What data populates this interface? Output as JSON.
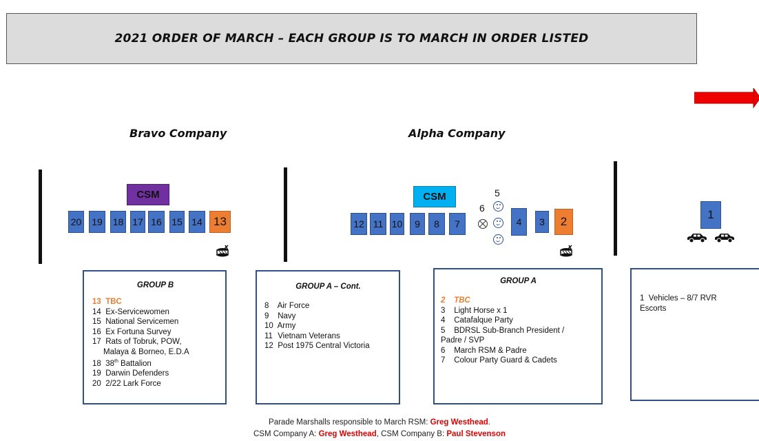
{
  "title": "2021 ORDER OF MARCH – EACH GROUP IS TO MARCH IN ORDER LISTED",
  "companies": {
    "bravo": "Bravo Company",
    "alpha": "Alpha Company"
  },
  "csm_label": "CSM",
  "formation": {
    "bravo_boxes": [
      "20",
      "19",
      "18",
      "17",
      "16",
      "15",
      "14",
      "13"
    ],
    "alpha_boxes": [
      "12",
      "11",
      "10",
      "9",
      "8",
      "7"
    ],
    "alpha_front": [
      "4",
      "3",
      "2"
    ],
    "marker_5": "5",
    "marker_6": "6",
    "vehicle_box": "1"
  },
  "groups": {
    "group_b": {
      "title": "GROUP B",
      "items": [
        {
          "n": "13",
          "text": "TBC"
        },
        {
          "n": "14",
          "text": "Ex-Servicewomen"
        },
        {
          "n": "15",
          "text": "National Servicemen"
        },
        {
          "n": "16",
          "text": "Ex Fortuna Survey"
        },
        {
          "n": "17",
          "text": "Rats of Tobruk, POW,"
        },
        {
          "n": "",
          "text": "Malaya & Borneo, E.D.A"
        },
        {
          "n": "18",
          "text": "38",
          "sup": "th",
          "after": " Battalion"
        },
        {
          "n": "19",
          "text": "Darwin Defenders"
        },
        {
          "n": "20",
          "text": "2/22 Lark Force"
        }
      ]
    },
    "group_a_cont": {
      "title": "GROUP A – Cont.",
      "items": [
        {
          "n": "8",
          "text": "Air Force"
        },
        {
          "n": "9",
          "text": "Navy"
        },
        {
          "n": "10",
          "text": "Army"
        },
        {
          "n": "11",
          "text": "Vietnam Veterans"
        },
        {
          "n": "12",
          "text": "Post 1975 Central Victoria"
        }
      ]
    },
    "group_a": {
      "title": "GROUP A",
      "items": [
        {
          "n": "2",
          "text": "TBC"
        },
        {
          "n": "3",
          "text": "Light Horse x 1"
        },
        {
          "n": "4",
          "text": "Catafalque Party"
        },
        {
          "n": "5",
          "text": "BDRSL Sub-Branch President /"
        },
        {
          "n": "",
          "text": "Padre / SVP"
        },
        {
          "n": "6",
          "text": "March RSM & Padre"
        },
        {
          "n": "7",
          "text": "Colour Party Guard & Cadets"
        }
      ]
    },
    "vehicles": {
      "line1": "1  Vehicles – 8/7 RVR",
      "line2": "Escorts"
    }
  },
  "footer": {
    "line1_prefix": "Parade Marshalls responsible to March RSM: ",
    "line1_name": "Greg Westhead",
    "line1_suffix": ".",
    "line2_prefix": "CSM Company A: ",
    "line2_name_a": "Greg Westhead",
    "line2_mid": ", CSM Company B: ",
    "line2_name_b": "Paul Stevenson"
  },
  "colors": {
    "box_blue": "#4472c4",
    "box_orange": "#ed7d31",
    "csm_purple": "#7030a0",
    "csm_cyan": "#00b0f0",
    "arrow_red": "#ee0000",
    "highlight_red": "#e00000"
  },
  "icons": {
    "drum": "drum-icon",
    "car": "car-icon",
    "smiley": "smiley-face-icon",
    "cross_circle": "cross-circle-icon",
    "arrow": "right-arrow-icon"
  }
}
